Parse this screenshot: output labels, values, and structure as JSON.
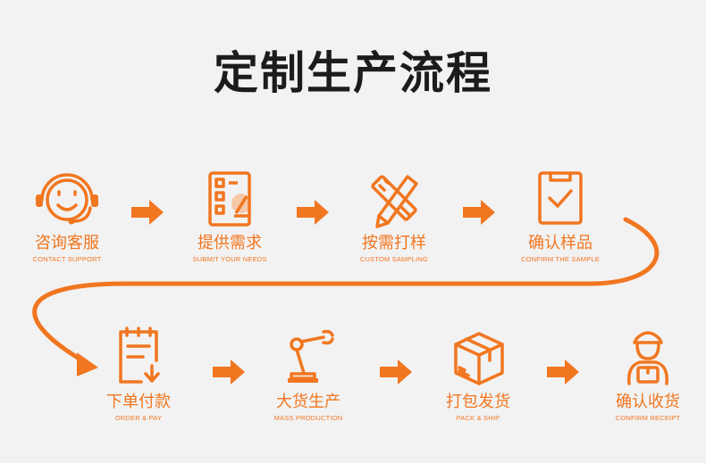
{
  "title": "定制生产流程",
  "colors": {
    "accent": "#f17620",
    "background": "#f2f2f2",
    "title": "#1c1c1c"
  },
  "steps": [
    {
      "label": "咨询客服",
      "sub": "CONTACT SUPPORT",
      "icon": "smiley-headset-icon"
    },
    {
      "label": "提供需求",
      "sub": "SUBMIT YOUR NEEDS",
      "icon": "checklist-pen-icon"
    },
    {
      "label": "按需打样",
      "sub": "CUSTOM SAMPLING",
      "icon": "ruler-pencil-icon"
    },
    {
      "label": "确认样品",
      "sub": "CONFIRM THE SAMPLE",
      "icon": "clipboard-check-icon"
    },
    {
      "label": "下单付款",
      "sub": "ORDER & PAY",
      "icon": "order-download-icon"
    },
    {
      "label": "大货生产",
      "sub": "MASS PRODUCTION",
      "icon": "robot-arm-icon"
    },
    {
      "label": "打包发货",
      "sub": "PACK & SHIP",
      "icon": "package-box-icon"
    },
    {
      "label": "确认收货",
      "sub": "CONFIRM RECEIPT",
      "icon": "courier-person-icon"
    }
  ]
}
